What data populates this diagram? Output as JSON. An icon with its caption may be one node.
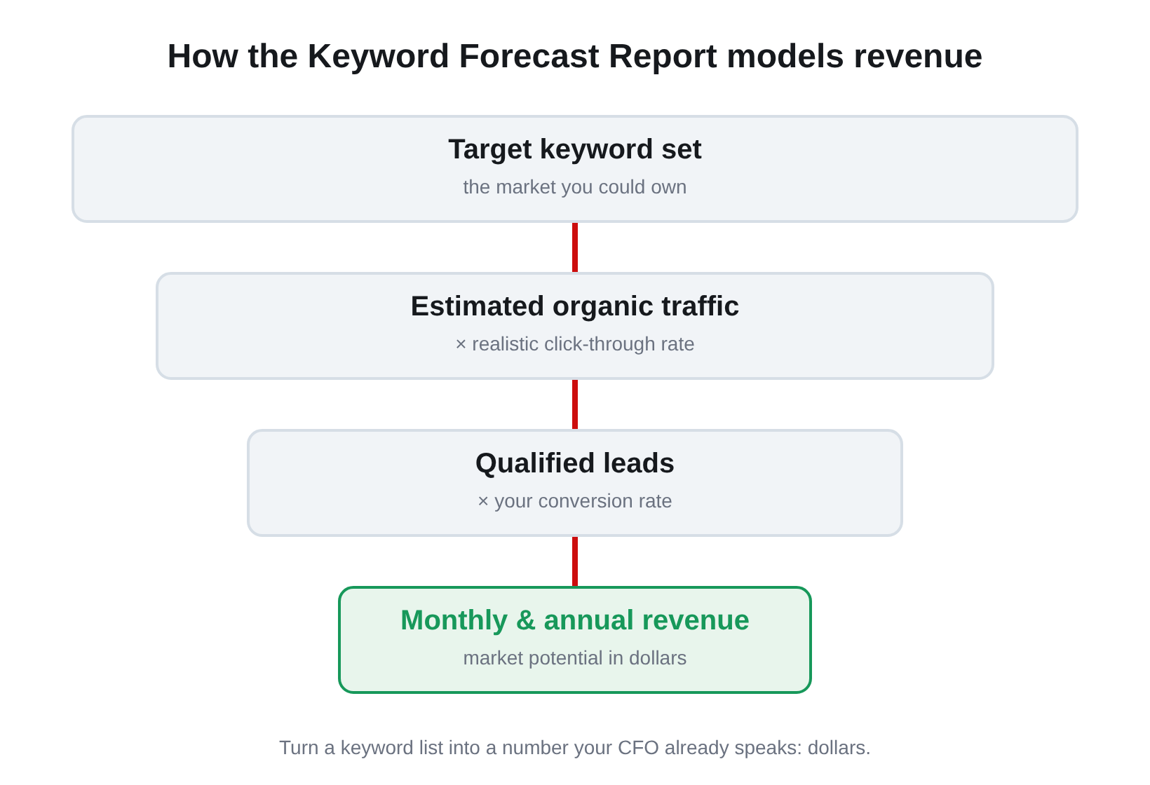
{
  "diagram": {
    "title": "How the Keyword Forecast Report models revenue",
    "nodes": [
      {
        "text": [
          "Target keyword set",
          "the market you could own"
        ]
      },
      {
        "text": [
          "Estimated organic traffic",
          "× realistic click-through rate"
        ]
      },
      {
        "text": [
          "Qualified leads",
          "× your conversion rate"
        ]
      },
      {
        "text": [
          "Monthly & annual revenue",
          "market potential in dollars"
        ]
      }
    ],
    "edges": [
      {
        "from": 0,
        "to": 1,
        "arrow": "none"
      },
      {
        "from": 1,
        "to": 2,
        "arrow": "none"
      },
      {
        "from": 2,
        "to": 3,
        "arrow": "none"
      }
    ],
    "caption": "Turn a keyword list into a number your CFO already speaks: dollars."
  }
}
